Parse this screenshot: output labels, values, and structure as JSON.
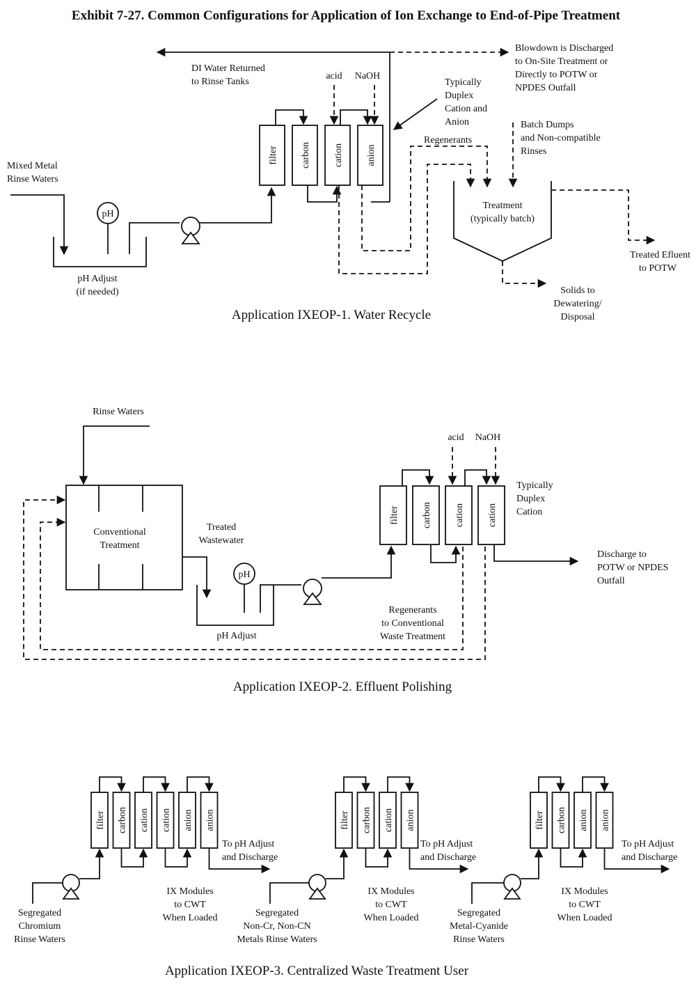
{
  "title": "Exhibit 7-27. Common Configurations for Application of Ion Exchange to End-of-Pipe Treatment",
  "ix1": {
    "caption": "Application IXEOP-1.  Water Recycle",
    "di_water": [
      "DI Water Returned",
      "to Rinse Tanks"
    ],
    "acid": "acid",
    "naoh": "NaOH",
    "blowdown": [
      "Blowdown is Discharged",
      "to On-Site Treatment or",
      "Directly to POTW or",
      "NPDES Outfall"
    ],
    "duplex": [
      "Typically",
      "Duplex",
      "Cation and",
      "Anion"
    ],
    "batch": [
      "Batch Dumps",
      "and Non-compatible",
      "Rinses"
    ],
    "regenerants": "Regenerants",
    "mixed": [
      "Mixed Metal",
      "Rinse Waters"
    ],
    "ph": "pH",
    "ph_adjust": [
      "pH Adjust",
      "(if needed)"
    ],
    "treatment": [
      "Treatment",
      "(typically batch)"
    ],
    "treated_effluent": [
      "Treated Efluent",
      "to POTW"
    ],
    "solids": [
      "Solids to",
      "Dewatering/",
      "Disposal"
    ],
    "columns": [
      "filter",
      "carbon",
      "cation",
      "anion"
    ]
  },
  "ix2": {
    "caption": "Application IXEOP-2.  Effluent Polishing",
    "rinse": "Rinse Waters",
    "conventional": [
      "Conventional",
      "Treatment"
    ],
    "treated_ww": [
      "Treated",
      "Wastewater"
    ],
    "ph": "pH",
    "ph_adjust": "pH Adjust",
    "acid": "acid",
    "naoh": "NaOH",
    "duplex": [
      "Typically",
      "Duplex",
      "Cation"
    ],
    "discharge": [
      "Discharge to",
      "POTW or NPDES",
      "Outfall"
    ],
    "regenerants": [
      "Regenerants",
      "to Conventional",
      "Waste Treatment"
    ],
    "columns": [
      "filter",
      "carbon",
      "cation",
      "cation"
    ]
  },
  "ix3": {
    "caption": "Application IXEOP-3. Centralized Waste Treatment User",
    "groups": [
      {
        "columns": [
          "filter",
          "carbon",
          "cation",
          "cation",
          "anion",
          "anion"
        ],
        "to_ph": [
          "To pH Adjust",
          "and Discharge"
        ],
        "modules": [
          "IX Modules",
          "to CWT",
          "When Loaded"
        ],
        "source": [
          "Segregated",
          "Chromium",
          "Rinse Waters"
        ]
      },
      {
        "columns": [
          "filter",
          "carbon",
          "cation",
          "anion"
        ],
        "to_ph": [
          "To pH Adjust",
          "and Discharge"
        ],
        "modules": [
          "IX Modules",
          "to CWT",
          "When Loaded"
        ],
        "source": [
          "Segregated",
          "Non-Cr, Non-CN",
          "Metals Rinse Waters"
        ]
      },
      {
        "columns": [
          "filter",
          "carbon",
          "anion",
          "anion"
        ],
        "to_ph": [
          "To pH Adjust",
          "and Discharge"
        ],
        "modules": [
          "IX Modules",
          "to CWT",
          "When Loaded"
        ],
        "source": [
          "Segregated",
          "Metal-Cyanide",
          "Rinse Waters"
        ]
      }
    ]
  }
}
